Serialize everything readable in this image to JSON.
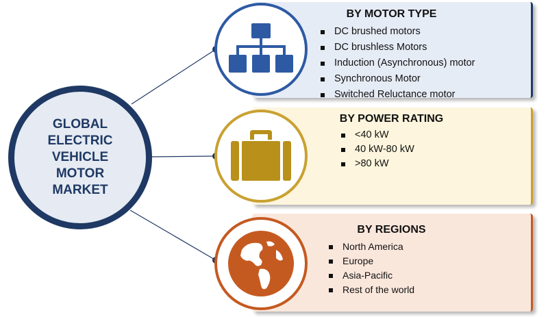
{
  "center": {
    "title": "GLOBAL\nELECTRIC\nVEHICLE MOTOR\nMARKET"
  },
  "segments": [
    {
      "title": "BY MOTOR TYPE",
      "icon": "hierarchy-icon",
      "accent": "#2e5aa3",
      "items": [
        "DC brushed motors",
        "DC brushless Motors",
        "Induction (Asynchronous) motor",
        "Synchronous Motor",
        "Switched Reluctance motor"
      ]
    },
    {
      "title": "BY POWER RATING",
      "icon": "briefcase-icon",
      "accent": "#c9a132",
      "items": [
        "<40 kW",
        "40 kW-80 kW",
        ">80 kW"
      ]
    },
    {
      "title": "BY REGIONS",
      "icon": "globe-icon",
      "accent": "#c55a21",
      "items": [
        "North America",
        "Europe",
        "Asia-Pacific",
        "Rest of the world"
      ]
    }
  ],
  "colors": {
    "navy": "#1f3964",
    "center_fill": "#e6ebf3"
  }
}
